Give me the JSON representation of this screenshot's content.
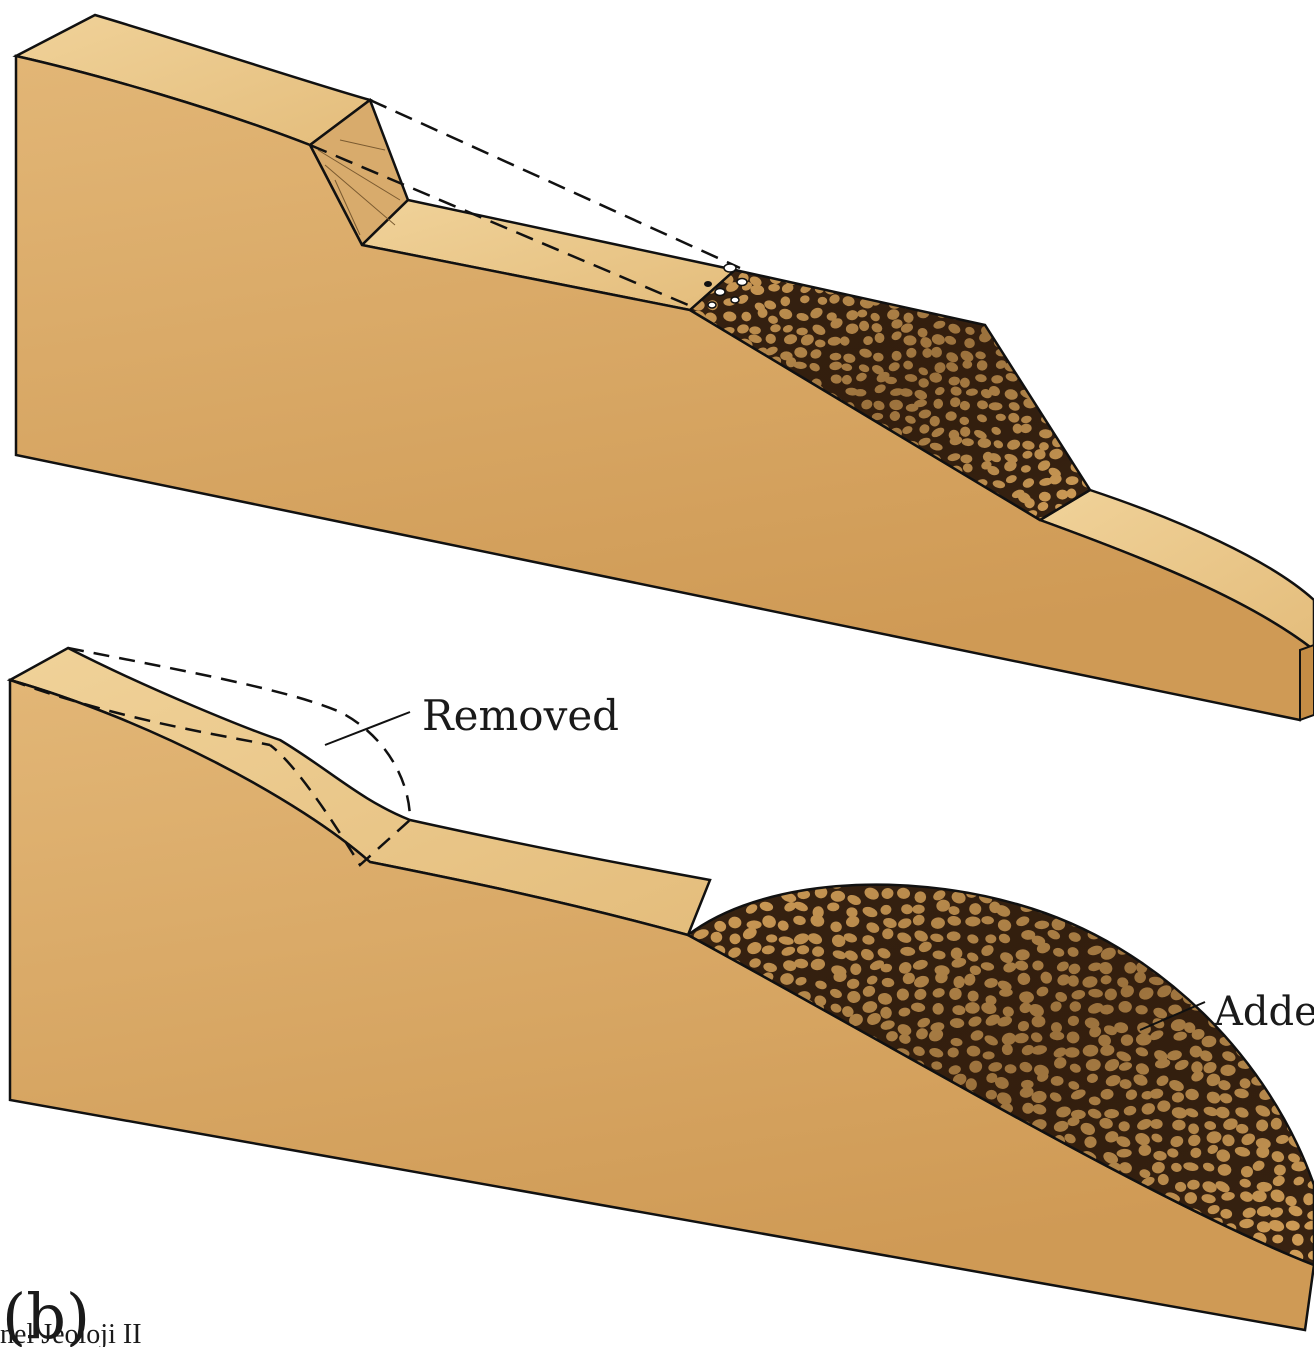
{
  "labels": {
    "removed": "Removed",
    "added": "Added"
  },
  "panel_letter": "(b)",
  "footer": "nel Jeoloji II",
  "colors": {
    "block_face": "#d9a866",
    "block_top": "#ecc98a",
    "block_side": "#c48c45",
    "rubble_fill": "#3a2412",
    "rubble_stone": "#d8a35a",
    "outline": "#111111"
  }
}
